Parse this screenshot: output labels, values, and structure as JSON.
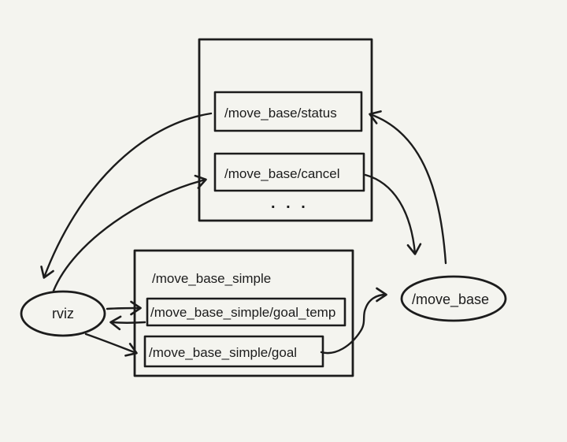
{
  "diagram": {
    "title": "ros-move-base-topic-diagram",
    "colors": {
      "background": "#f4f4ef",
      "ink": "#1c1c1c"
    },
    "nodes": {
      "rviz": {
        "label": "rviz"
      },
      "move_base": {
        "label": "/move_base"
      }
    },
    "top_group": {
      "topics": {
        "status": {
          "label": "/move_base/status"
        },
        "cancel": {
          "label": "/move_base/cancel"
        }
      },
      "ellipsis": ". . ."
    },
    "simple_group": {
      "label": "/move_base_simple",
      "topics": {
        "goal_temp": {
          "label": "/move_base_simple/goal_temp"
        },
        "goal": {
          "label": "/move_base_simple/goal"
        }
      }
    },
    "edges": [
      {
        "from": "/move_base/status",
        "to": "rviz"
      },
      {
        "from": "rviz",
        "to": "/move_base/cancel"
      },
      {
        "from": "/move_base",
        "to": "/move_base/status"
      },
      {
        "from": "/move_base/cancel",
        "to": "/move_base"
      },
      {
        "from": "rviz",
        "to": "/move_base_simple/goal_temp"
      },
      {
        "from": "/move_base_simple/goal_temp",
        "to": "rviz"
      },
      {
        "from": "rviz",
        "to": "/move_base_simple/goal"
      },
      {
        "from": "/move_base_simple/goal",
        "to": "/move_base"
      }
    ]
  }
}
